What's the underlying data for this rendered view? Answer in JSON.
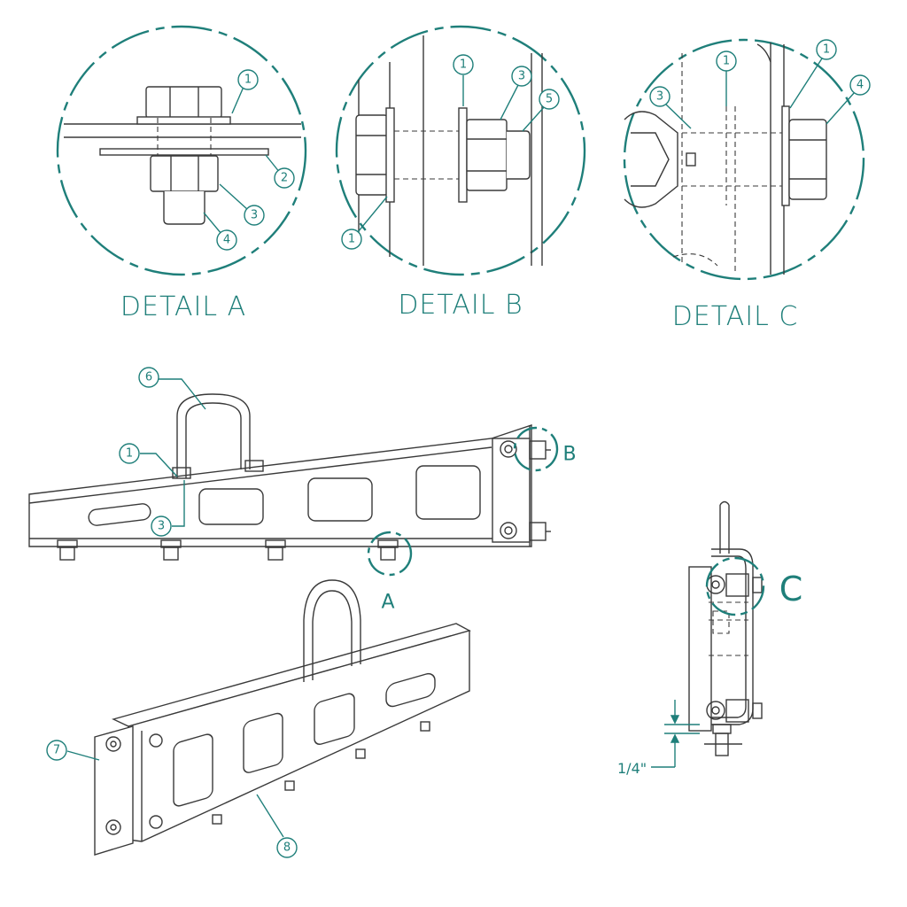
{
  "details": {
    "a_title": "DETAIL A",
    "b_title": "DETAIL B",
    "c_title": "DETAIL C"
  },
  "callouts": {
    "a": "A",
    "b": "B",
    "c": "C"
  },
  "balloons": {
    "da_1": "1",
    "da_2": "2",
    "da_3": "3",
    "da_4": "4",
    "db_1_top": "1",
    "db_3": "3",
    "db_5": "5",
    "db_1_bottom": "1",
    "dc_3": "3",
    "dc_1_left": "1",
    "dc_1_right": "1",
    "dc_4": "4",
    "m_6": "6",
    "m_1": "1",
    "m_3": "3",
    "iso_7": "7",
    "iso_8": "8"
  },
  "dimension": {
    "label": "1/4\""
  },
  "colors": {
    "accent": "#1f7f7a",
    "line": "#3a3a3a"
  }
}
